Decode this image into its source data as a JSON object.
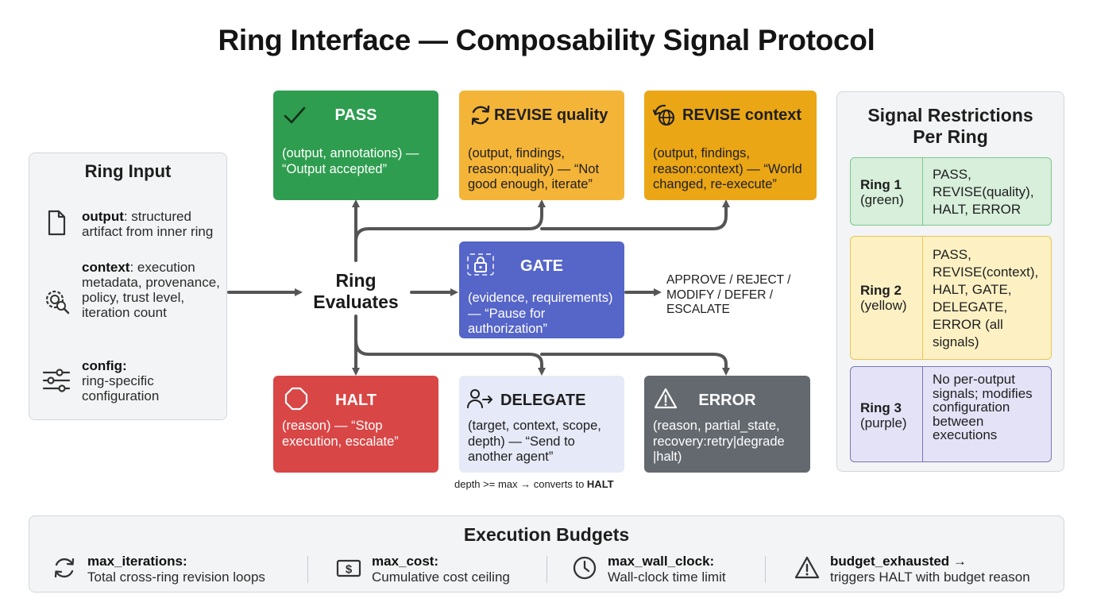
{
  "title": "Ring Interface — Composability Signal Protocol",
  "ring_input": {
    "heading": "Ring Input",
    "items": [
      {
        "icon": "document-icon",
        "key": "output",
        "desc": ": structured artifact from inner ring"
      },
      {
        "icon": "gear-search-icon",
        "key": "context",
        "desc": ": execution metadata, provenance, policy, trust level, iteration count"
      },
      {
        "icon": "sliders-icon",
        "key": "config:",
        "desc": "ring-specific configuration"
      }
    ]
  },
  "evaluator": {
    "line1": "Ring",
    "line2": "Evaluates"
  },
  "signals": {
    "pass": {
      "label": "PASS",
      "icon": "check-icon",
      "body": "(output, annotations) — “Output accepted”",
      "color": "#2e9d4f"
    },
    "revise_quality": {
      "label": "REVISE quality",
      "icon": "refresh-icon",
      "body": "(output, findings, reason:quality) — “Not good enough, iterate”",
      "color": "#f4b438"
    },
    "revise_context": {
      "label": "REVISE context",
      "icon": "globe-refresh-icon",
      "body": "(output, findings, reason:context) — “World changed, re-execute”",
      "color": "#eaa614"
    },
    "gate": {
      "label": "GATE",
      "icon": "lock-icon",
      "body": "(evidence, requirements) — “Pause for authorization”",
      "color": "#5565c8"
    },
    "halt": {
      "label": "HALT",
      "icon": "octagon-icon",
      "body": "(reason) — “Stop execution, escalate”",
      "color": "#d94646"
    },
    "delegate": {
      "label": "DELEGATE",
      "icon": "user-arrow-icon",
      "body": "(target, context, scope, depth) — “Send to another agent”",
      "color": "#e6e9f7"
    },
    "error": {
      "label": "ERROR",
      "icon": "warning-icon",
      "body": "(reason, partial_state, recovery:retry|degrade |halt)",
      "color": "#646970"
    }
  },
  "gate_outcomes": "APPROVE / REJECT / MODIFY / DEFER / ESCALATE",
  "depth_note": {
    "text": "depth >= max → converts to ",
    "bold": "HALT"
  },
  "restrictions": {
    "heading_line1": "Signal Restrictions",
    "heading_line2": "Per Ring",
    "rings": [
      {
        "name": "Ring 1",
        "color_name": "(green)",
        "signals": "PASS, REVISE(quality), HALT, ERROR"
      },
      {
        "name": "Ring 2",
        "color_name": "(yellow)",
        "signals": "PASS, REVISE(context), HALT, GATE, DELEGATE, ERROR (all signals)"
      },
      {
        "name": "Ring 3",
        "color_name": "(purple)",
        "signals": "No per-output signals; modifies configuration between executions"
      }
    ]
  },
  "budgets": {
    "heading": "Execution Budgets",
    "items": [
      {
        "icon": "loop-icon",
        "key": "max_iterations:",
        "value": "Total cross-ring revision loops"
      },
      {
        "icon": "dollar-icon",
        "key": "max_cost:",
        "value": "Cumulative cost ceiling"
      },
      {
        "icon": "clock-icon",
        "key": "max_wall_clock:",
        "value": "Wall-clock time limit"
      },
      {
        "icon": "warning-icon",
        "key": "budget_exhausted →",
        "value": "triggers HALT with budget reason"
      }
    ]
  }
}
